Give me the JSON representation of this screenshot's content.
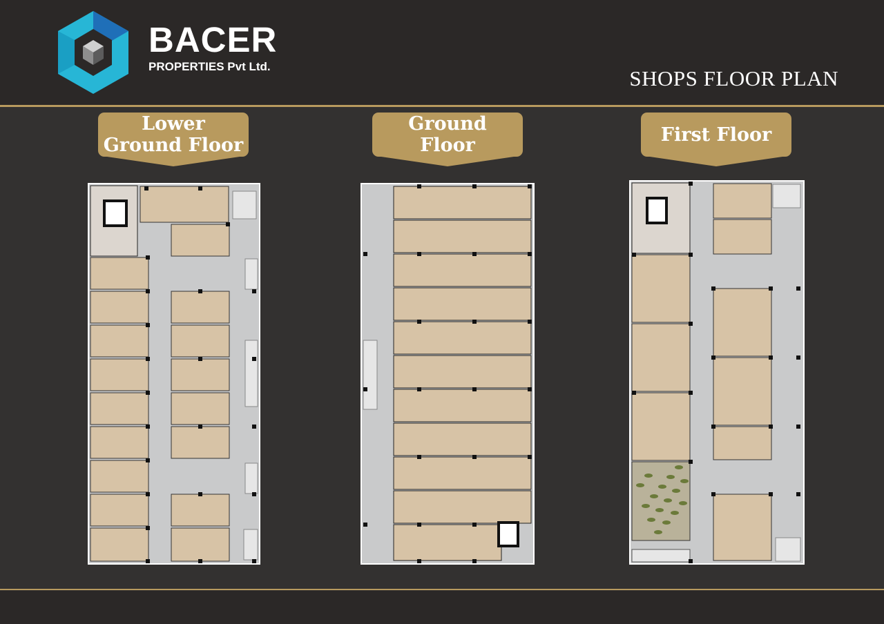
{
  "brand": {
    "name": "BACER",
    "subtitle": "PROPERTIES Pvt Ltd."
  },
  "page_title": "SHOPS FLOOR PLAN",
  "colors": {
    "background": "#333130",
    "header": "#2b2827",
    "gold": "#b89a5e",
    "shop_fill": "#d7c3a6",
    "corridor_fill": "#c9cacb",
    "logo_cyan": "#27b6d6",
    "logo_blue": "#1f6fb8"
  },
  "floors": [
    {
      "label": "Lower Ground Floor",
      "line1": "Lower",
      "line2": "Ground Floor"
    },
    {
      "label": "Ground Floor",
      "line1": "Ground",
      "line2": "Floor"
    },
    {
      "label": "First Floor",
      "line1": "First Floor",
      "line2": ""
    }
  ]
}
